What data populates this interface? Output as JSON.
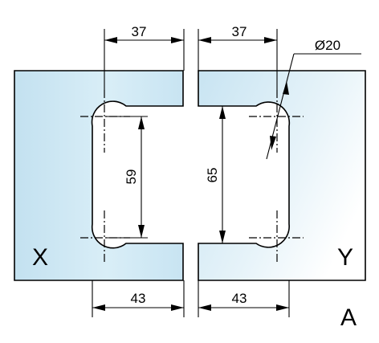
{
  "drawing": {
    "dimensions": {
      "left_top_width": "37",
      "right_top_width": "37",
      "left_bottom_width": "43",
      "right_bottom_width": "43",
      "left_hole_spacing": "59",
      "right_hole_spacing": "65",
      "hole_diameter": "Ø20"
    },
    "labels": {
      "left_plate": "X",
      "right_plate": "Y",
      "view": "A"
    },
    "colors": {
      "plate_fill_light": "#ffffff",
      "plate_fill_blue": "#c6e3f1",
      "line": "#000000"
    }
  }
}
